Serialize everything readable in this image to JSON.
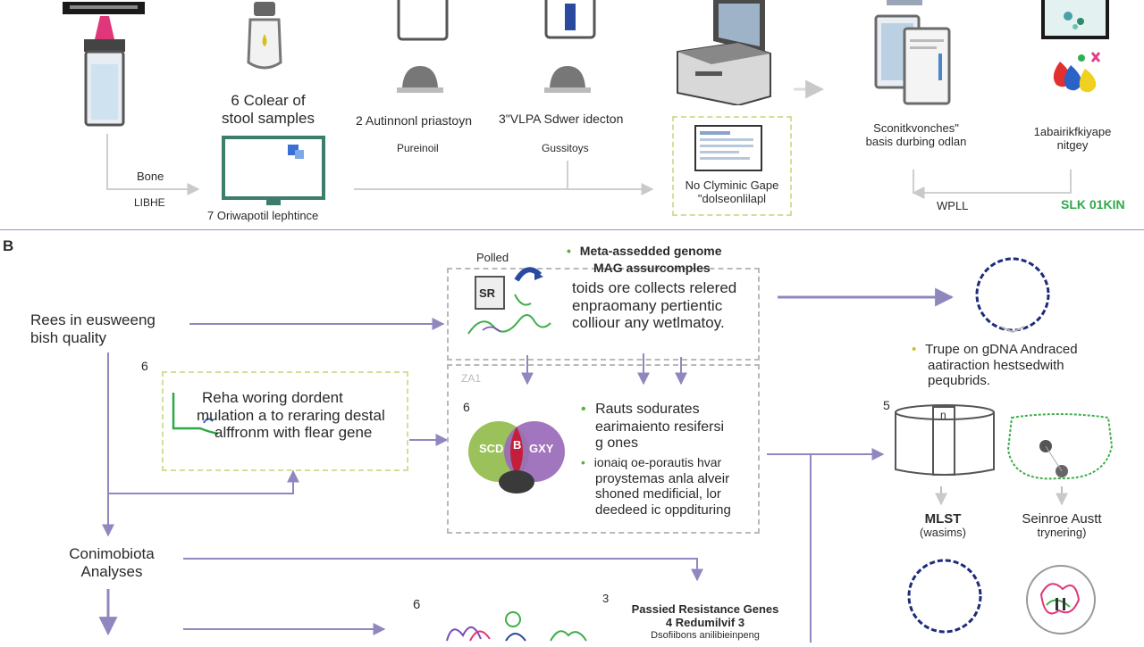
{
  "panelA": {
    "step1": {
      "line1": "6 Colear of",
      "line2": "stool samples"
    },
    "step2": "2 Autinnonl priastoyn",
    "step2_sub": "Pureinoil",
    "step3": "3\"VLPA Sdwer idecton",
    "step3_sub": "Gussitoys",
    "monitor_caption": "7 Oriwapotil lephtince",
    "bone": "Bone",
    "libhe": "LIBHE",
    "box_label": {
      "line1": "No Clyminic Gape",
      "line2": "\"dolseonlilapl"
    },
    "step5": {
      "line1": "Sconitkvonches\"",
      "line2": "basis durbing odlan"
    },
    "step6": {
      "line1": "1abairikfkiyape",
      "line2": "nitgey"
    },
    "wpll": "WPLL",
    "slk": "SLK 01KIN",
    "colors": {
      "green": "#2fa84a"
    }
  },
  "panelB": {
    "label": "B",
    "left_top": {
      "line1": "Rees in eusweeng",
      "line2": "bish quality"
    },
    "num6a": "6",
    "greenbox": {
      "line1": "Reha woring dordent",
      "line2": "mulation a to reraring destal",
      "line3": "alffronm with flear gene"
    },
    "contamination": {
      "line1": "Conimobiota",
      "line2": "Analyses"
    },
    "polled": "Polled",
    "sr_label": "SR",
    "meta": {
      "line1": "Meta-assedded genome",
      "line2": "MAG assurcomples"
    },
    "meta_desc": {
      "line1": "toids ore collects relered",
      "line2": "enpraomany pertientic",
      "line3": "colliour any wetlmatoy."
    },
    "innerbox_tag": "ZA1",
    "num6b": "6",
    "venn": {
      "left": "SCD",
      "mid": "B",
      "right": "GXY"
    },
    "rauts": {
      "line1": "Rauts sodurates",
      "line2": "earimaiento resifersi",
      "line3": "g ones"
    },
    "ionaiq": {
      "line1": "ionaiq oe-porautis hvar",
      "line2": "proystemas anla alveir",
      "line3": "shoned medificial, lor",
      "line4": "deedeed ic oppdituring"
    },
    "trupe": {
      "line1": "Trupe on gDNA Andraced",
      "line2": "aatiraction hestsedwith",
      "line3": "pequbrids."
    },
    "num5": "5",
    "cyl_label": "n",
    "mlst": {
      "line1": "MLST",
      "line2": "(wasims)"
    },
    "seinroe": {
      "line1": "Seinroe Austt",
      "line2": "trynering)"
    },
    "num6c": "6",
    "num3": "3",
    "passed": {
      "line1": "Passied Resistance Genes",
      "line2": "4 Redumilvif 3",
      "line3": "Dsofiibons anilibieinpeng"
    }
  }
}
